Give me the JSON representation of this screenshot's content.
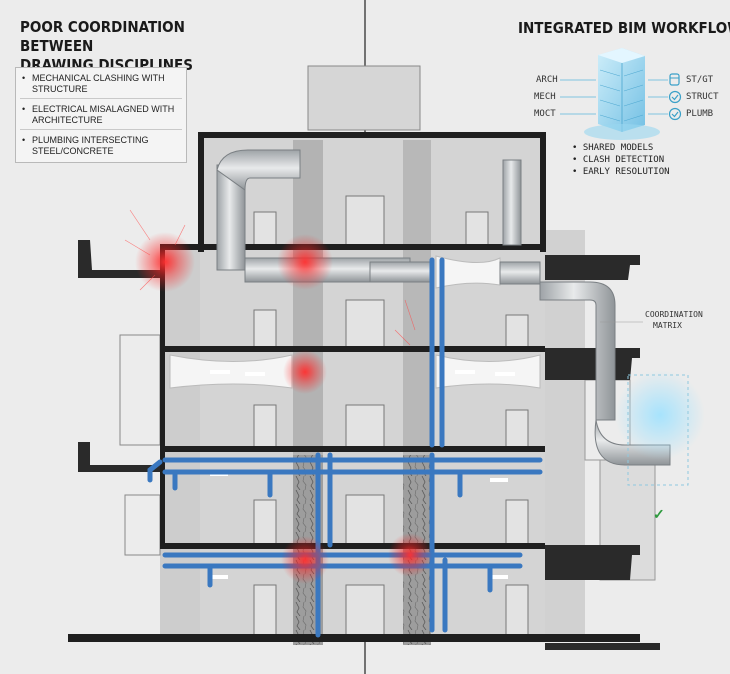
{
  "left_panel": {
    "title_line1": "POOR COORDINATION BETWEEN",
    "title_line2": "DRAWING DISCIPLINES",
    "issues": [
      {
        "line1": "MECHANICAL CLASHING WITH",
        "line2": "STRUCTURE"
      },
      {
        "line1": "ELECTRICAL MISALAGNED WITH",
        "line2": "ARCHITECTURE"
      },
      {
        "line1": "PLUMBING INTERSECTING",
        "line2": "STEEL/CONCRETE"
      }
    ],
    "bullet": "•"
  },
  "right_panel": {
    "title": "INTEGRATED BIM WORKFLOW",
    "disciplines": [
      "ARCH",
      "MECH",
      "MOCT"
    ],
    "statuses": [
      "ST/GT",
      "STRUCT",
      "PLUMB"
    ],
    "status_icons": [
      "cylinder-icon",
      "check-circle-icon",
      "check-circle-icon"
    ],
    "benefits": [
      "SHARED MODELS",
      "CLASH DETECTION",
      "EARLY RESOLUTION"
    ],
    "bullet": "•",
    "matrix_label_line1": "COORDINATION",
    "matrix_label_line2": "MATRIX",
    "check_mark": "✓"
  },
  "colors": {
    "background": "#ececec",
    "slab": "#1f1f1f",
    "concrete": "#cfcfcf",
    "duct": "#bfc3c6",
    "pipe": "#3a78c0",
    "clash": "#ff2a2a",
    "bim_glow": "#7fd0f0",
    "check": "#2e9a3e"
  }
}
